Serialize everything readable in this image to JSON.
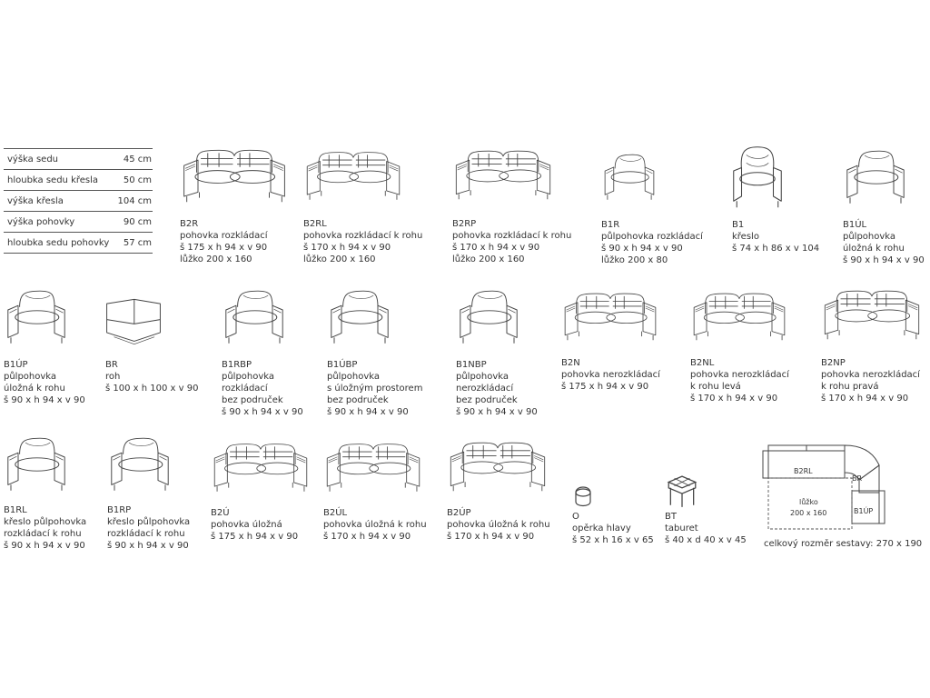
{
  "dimensions": [
    {
      "label": "výška sedu",
      "value": "45 cm"
    },
    {
      "label": "hloubka sedu křesla",
      "value": "50 cm"
    },
    {
      "label": "výška křesla",
      "value": "104 cm"
    },
    {
      "label": "výška pohovky",
      "value": "90 cm"
    },
    {
      "label": "hloubka sedu pohovky",
      "value": "57 cm"
    }
  ],
  "items": {
    "b2r": {
      "code": "B2R",
      "lines": [
        "pohovka rozkládací",
        "š 175 x h 94 x v 90",
        "lůžko 200 x 160"
      ]
    },
    "b2rl": {
      "code": "B2RL",
      "lines": [
        "pohovka rozkládací k rohu",
        "š 170 x h 94 x v 90",
        "lůžko 200 x 160"
      ]
    },
    "b2rp": {
      "code": "B2RP",
      "lines": [
        "pohovka rozkládací k rohu",
        "š 170 x h 94 x v 90",
        "lůžko 200 x 160"
      ]
    },
    "b1r": {
      "code": "B1R",
      "lines": [
        "půlpohovka rozkládací",
        "š 90 x h 94 x v 90",
        "lůžko 200 x 80"
      ]
    },
    "b1": {
      "code": "B1",
      "lines": [
        "křeslo",
        "š 74 x h 86 x v 104"
      ]
    },
    "b1ul": {
      "code": "B1ÚL",
      "lines": [
        "půlpohovka",
        "úložná k rohu",
        "š 90 x h 94 x v 90"
      ]
    },
    "b1up": {
      "code": "B1ÚP",
      "lines": [
        "půlpohovka",
        "úložná k rohu",
        "š 90 x h 94 x v 90"
      ]
    },
    "br": {
      "code": "BR",
      "lines": [
        "roh",
        "š 100 x h 100 x v 90"
      ]
    },
    "b1rbp": {
      "code": "B1RBP",
      "lines": [
        "půlpohovka",
        "rozkládací",
        "bez područek",
        "š 90 x h 94 x v 90"
      ]
    },
    "b1ubp": {
      "code": "B1ÚBP",
      "lines": [
        "půlpohovka",
        "s úložným prostorem",
        "bez područek",
        "š 90 x h 94 x v 90"
      ]
    },
    "b1nbp": {
      "code": "B1NBP",
      "lines": [
        "půlpohovka",
        "nerozkládací",
        "bez područek",
        "š 90 x h 94 x v 90"
      ]
    },
    "b2n": {
      "code": "B2N",
      "lines": [
        "pohovka nerozkládací",
        "š 175 x h 94 x v 90"
      ]
    },
    "b2nl": {
      "code": "B2NL",
      "lines": [
        "pohovka nerozkládací",
        "k rohu levá",
        "š 170 x h 94 x v 90"
      ]
    },
    "b2np": {
      "code": "B2NP",
      "lines": [
        "pohovka nerozkládací",
        "k rohu pravá",
        "š 170 x h 94 x v 90"
      ]
    },
    "b1rl": {
      "code": "B1RL",
      "lines": [
        "křeslo půlpohovka",
        "rozkládací k rohu",
        "š 90 x h 94 x v 90"
      ]
    },
    "b1rp": {
      "code": "B1RP",
      "lines": [
        "křeslo půlpohovka",
        "rozkládací k rohu",
        "š 90 x h 94 x v 90"
      ]
    },
    "b2u": {
      "code": "B2Ú",
      "lines": [
        "pohovka úložná",
        "š 175 x h 94 x v 90"
      ]
    },
    "b2ul": {
      "code": "B2ÚL",
      "lines": [
        "pohovka úložná k rohu",
        "š 170 x h 94 x v 90"
      ]
    },
    "b2up": {
      "code": "B2ÚP",
      "lines": [
        "pohovka úložná k rohu",
        "š 170 x h 94 x v 90"
      ]
    },
    "o": {
      "code": "O",
      "lines": [
        "opěrka hlavy",
        "š 52 x h 16 x v 65"
      ]
    },
    "bt": {
      "code": "BT",
      "lines": [
        "taburet",
        "š 40 x d 40 x v 45"
      ]
    }
  },
  "plan": {
    "b2rl": "B2RL",
    "br": "BR",
    "bed_line1": "lůžko",
    "bed_line2": "200 x 160",
    "b1up": "B1ÚP",
    "total": "celkový rozměr sestavy: 270 x 190"
  },
  "icons": {
    "sofa": "sofa-icon",
    "half_sofa": "half-sofa-icon",
    "armchair": "armchair-icon",
    "corner": "corner-seat-icon",
    "headrest": "headrest-icon",
    "stool": "stool-icon"
  }
}
